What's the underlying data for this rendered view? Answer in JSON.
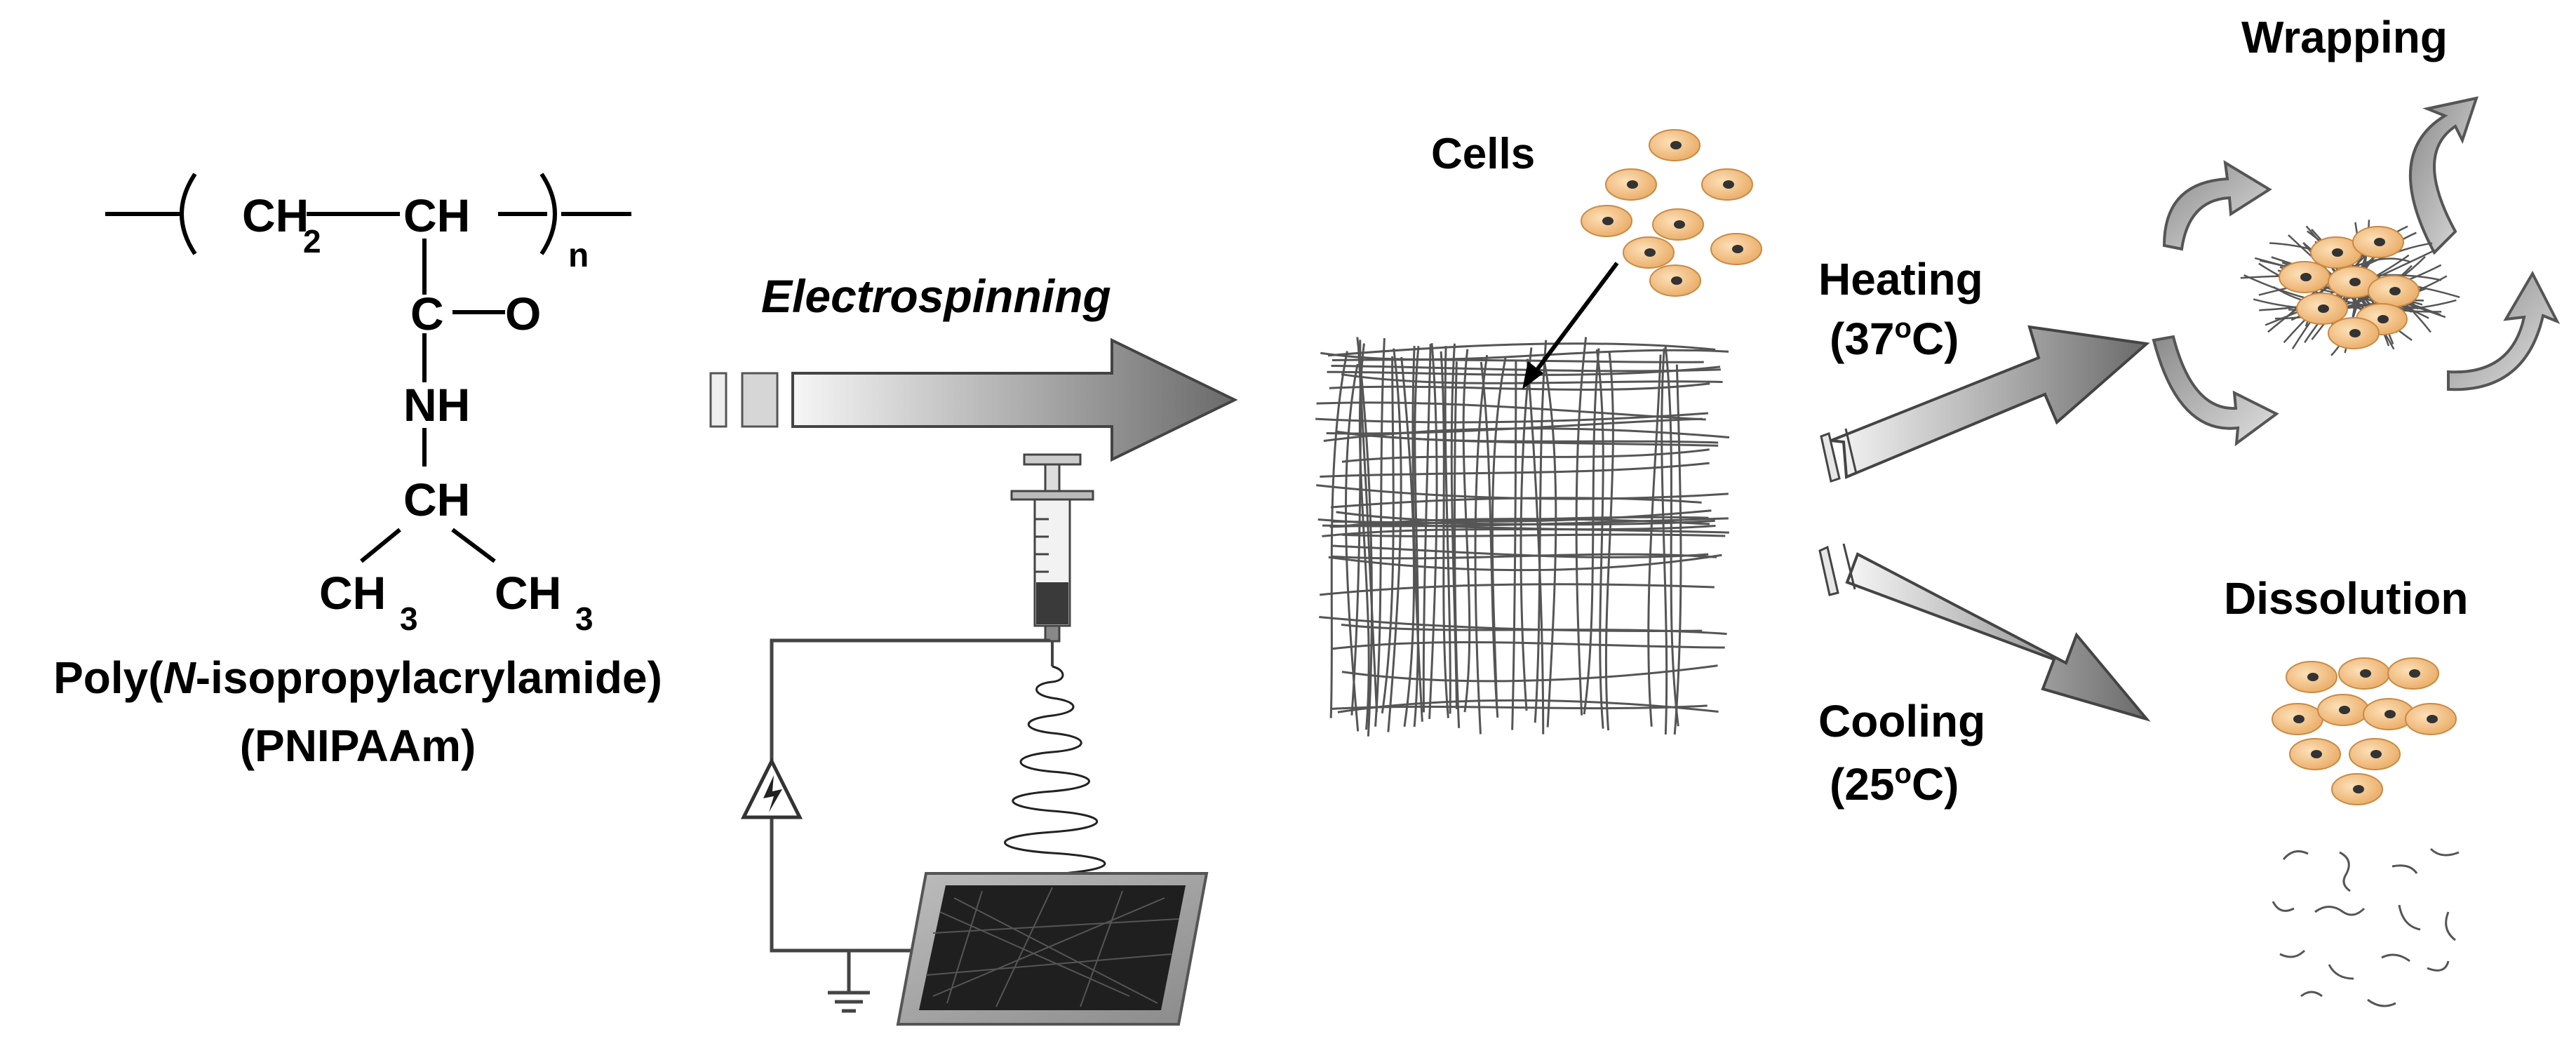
{
  "structure": {
    "ch2_c": "CH",
    "ch2_sub": "2",
    "ch_backbone": "CH",
    "n_sub": "n",
    "c": "C",
    "o": "O",
    "nh": "NH",
    "ch_iso": "CH",
    "ch3_left": "CH",
    "ch3_left_sub": "3",
    "ch3_right": "CH",
    "ch3_right_sub": "3",
    "name_prefix": "Poly(",
    "name_italic": "N",
    "name_suffix": "-isopropylacrylamide)",
    "abbrev": "(PNIPAAm)"
  },
  "process": {
    "electrospinning": "Electrospinning",
    "cells": "Cells"
  },
  "branches": {
    "heating_label": "Heating",
    "heating_temp_prefix": "(37",
    "heating_temp_sup": "o",
    "heating_temp_suffix": "C)",
    "cooling_label": "Cooling",
    "cooling_temp_prefix": "(25",
    "cooling_temp_sup": "o",
    "cooling_temp_suffix": "C)",
    "wrapping": "Wrapping",
    "dissolution": "Dissolution"
  },
  "colors": {
    "cell_fill": "#f5c48a",
    "cell_nucleus": "#333333",
    "fiber": "#555555",
    "arrow_dark": "#6b6b6b",
    "arrow_light": "#f4f4f4"
  }
}
